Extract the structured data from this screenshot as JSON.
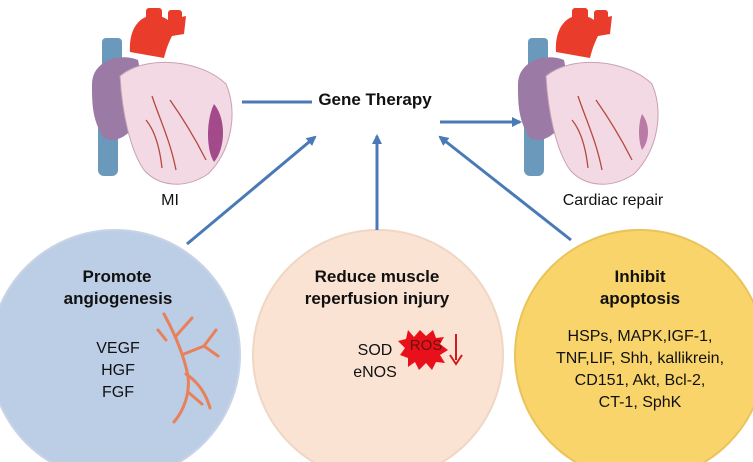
{
  "center": {
    "title": "Gene Therapy"
  },
  "left_state": {
    "label": "MI"
  },
  "right_state": {
    "label": "Cardiac repair"
  },
  "circles": [
    {
      "heading_line1": "Promote",
      "heading_line2": "angiogenesis",
      "items": [
        "VEGF",
        "HGF",
        "FGF"
      ],
      "fill": "#bccde6"
    },
    {
      "heading_line1": "Reduce muscle",
      "heading_line2": "reperfusion injury",
      "items": [
        "SOD",
        "eNOS"
      ],
      "badge": "ROS",
      "fill": "#fbe3d3"
    },
    {
      "heading_line1": "Inhibit",
      "heading_line2": "apoptosis",
      "items": [
        "HSPs, MAPK,IGF-1,",
        "TNF,LIF, Shh, kallikrein,",
        "CD151, Akt, Bcl-2,",
        "CT-1, SphK"
      ],
      "fill": "#f8d46b"
    }
  ],
  "colors": {
    "arrow": "#4a7ab5",
    "vessel": "#e8805a",
    "ros_burst": "#e8101a"
  }
}
